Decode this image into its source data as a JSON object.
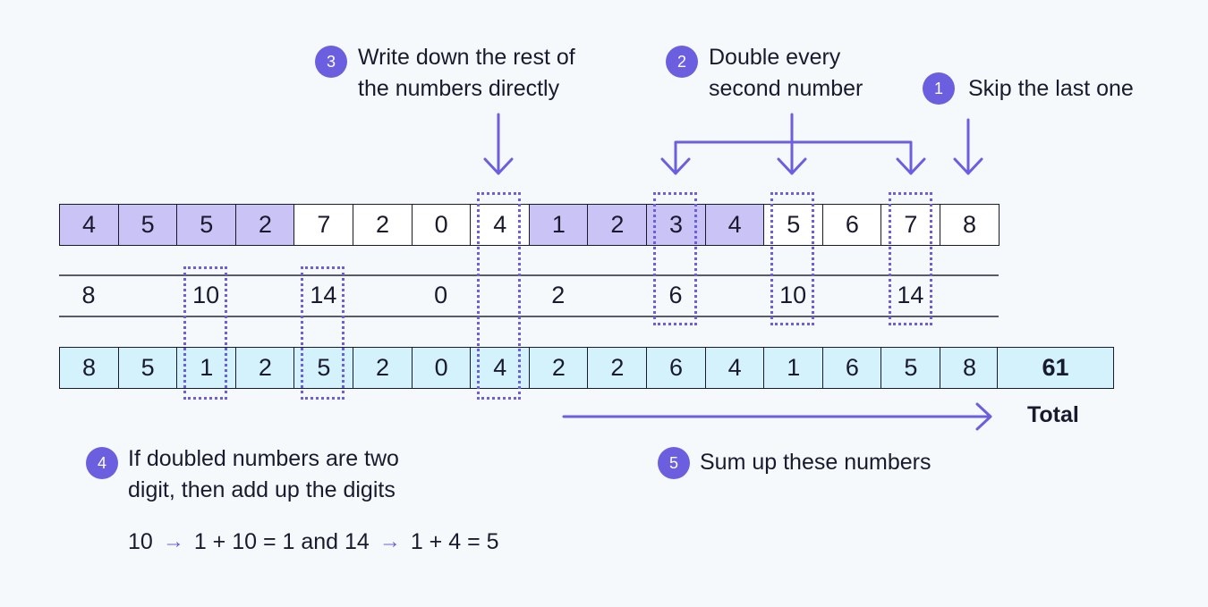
{
  "steps": [
    {
      "number": "1",
      "text_lines": [
        "Skip the last one"
      ]
    },
    {
      "number": "2",
      "text_lines": [
        "Double every",
        "second number"
      ]
    },
    {
      "number": "3",
      "text_lines": [
        "Write down the rest of",
        "the numbers directly"
      ]
    },
    {
      "number": "4",
      "text_lines": [
        "If doubled numbers are two",
        "digit, then add up the digits"
      ]
    },
    {
      "number": "5",
      "text_lines": [
        "Sum up these numbers"
      ]
    }
  ],
  "row_original": {
    "digits": [
      "4",
      "5",
      "5",
      "2",
      "7",
      "2",
      "0",
      "4",
      "1",
      "2",
      "3",
      "4",
      "5",
      "6",
      "7",
      "8"
    ],
    "styles": [
      "purple",
      "purple",
      "purple",
      "purple",
      "white",
      "white",
      "white",
      "white",
      "purple",
      "purple",
      "purple",
      "purple",
      "white",
      "white",
      "white",
      "white"
    ]
  },
  "row_doubled": {
    "values": [
      "8",
      "",
      "10",
      "",
      "14",
      "",
      "0",
      "",
      "2",
      "",
      "6",
      "",
      "10",
      "",
      "14",
      ""
    ]
  },
  "row_result": {
    "digits": [
      "8",
      "5",
      "1",
      "2",
      "5",
      "2",
      "0",
      "4",
      "2",
      "2",
      "6",
      "4",
      "1",
      "6",
      "5",
      "8"
    ],
    "total": "61"
  },
  "total_label": "Total",
  "formula": {
    "part1": "10",
    "part2": "1 + 10 = 1 and 14",
    "part3": "1 + 4 = 5",
    "arrow_glyph": "→"
  },
  "colors": {
    "accent": "#6b5fe0",
    "purple_cell": "#c9c4f5",
    "cyan_cell": "#d4f2fb",
    "background": "#f5f9fc"
  }
}
